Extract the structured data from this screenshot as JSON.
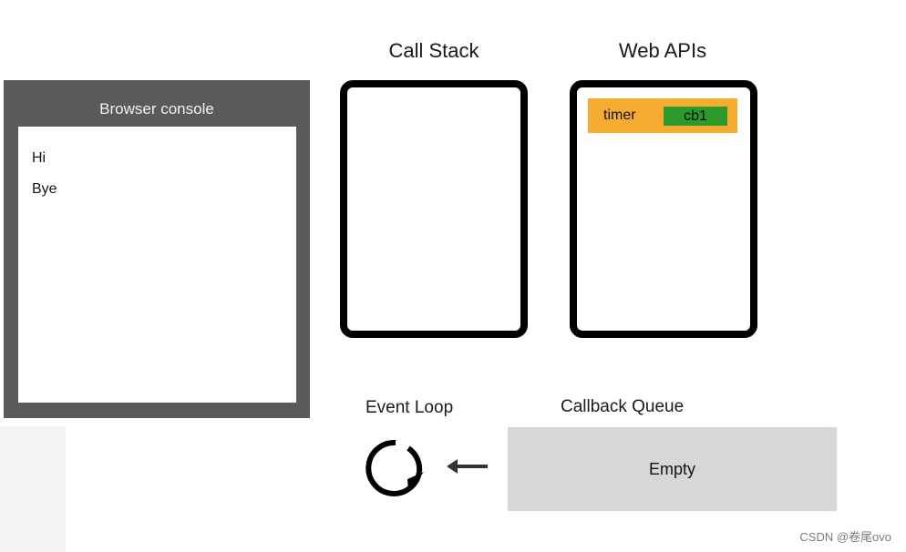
{
  "console": {
    "title": "Browser console",
    "lines": [
      "Hi",
      "Bye"
    ]
  },
  "call_stack": {
    "title": "Call Stack"
  },
  "web_apis": {
    "title": "Web APIs",
    "timer_label": "timer",
    "callback_label": "cb1"
  },
  "event_loop": {
    "label": "Event Loop",
    "icon": "refresh-icon"
  },
  "callback_queue": {
    "label": "Callback Queue",
    "content": "Empty"
  },
  "watermark": "CSDN @卷尾ovo",
  "colors": {
    "console_frame": "#5a5a5a",
    "timer_chip": "#f5ac30",
    "callback_badge": "#2b9a2b",
    "queue_bg": "#d7d6d8"
  }
}
